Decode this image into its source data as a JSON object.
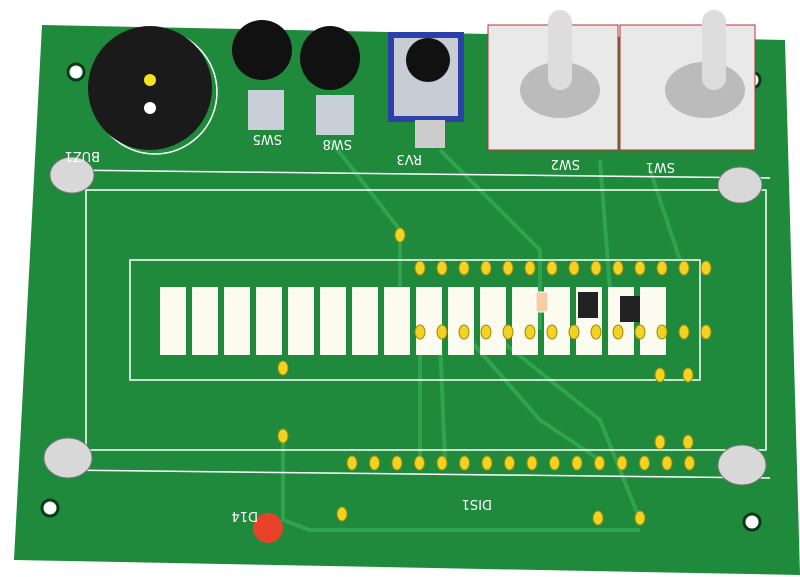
{
  "board": {
    "colors": {
      "pcb": "#1f8a3c",
      "trace": "#2ea44f",
      "pad": "#f3d321",
      "silkscreen": "#ffffff",
      "led": "#e8432a"
    },
    "labels": {
      "buzzer": "BUZ1",
      "sw5": "SW5",
      "sw8": "SW8",
      "rv3": "RV3",
      "sw2": "SW2",
      "sw1": "SW1",
      "display": "DIS1",
      "led": "D14"
    }
  }
}
